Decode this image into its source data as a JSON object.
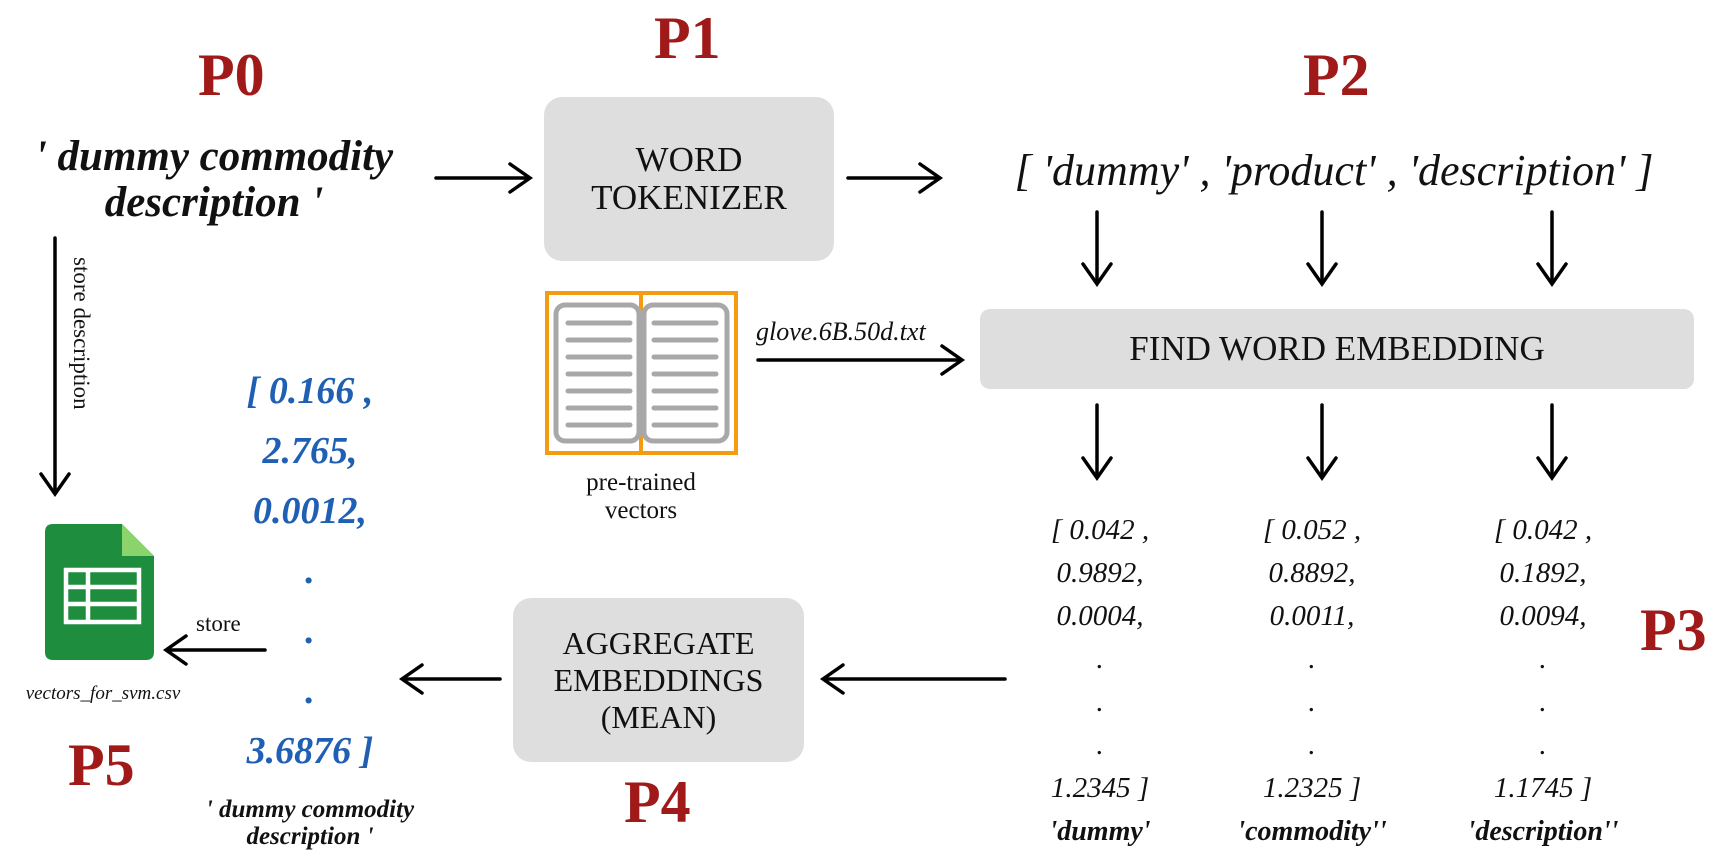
{
  "stages": {
    "p0": "P0",
    "p1": "P1",
    "p2": "P2",
    "p3": "P3",
    "p4": "P4",
    "p5": "P5"
  },
  "input": {
    "line1": "' dummy commodity",
    "line2": "description '"
  },
  "tokenizer": {
    "line1": "WORD",
    "line2": "TOKENIZER"
  },
  "tokens": "[ 'dummy' , 'product' , 'description' ]",
  "pretrained": {
    "file_label": "glove.6B.50d.txt",
    "caption_line1": "pre-trained",
    "caption_line2": "vectors",
    "icon": "open-book-icon",
    "icon_color": "#f39c12"
  },
  "find_embedding": "FIND WORD EMBEDDING",
  "vectors": [
    {
      "values": [
        "[ 0.042 ,",
        "0.9892,",
        "0.0004,",
        ".",
        ".",
        ".",
        "1.2345 ]"
      ],
      "word": "'dummy'"
    },
    {
      "values": [
        "[ 0.052 ,",
        "0.8892,",
        "0.0011,",
        ".",
        ".",
        ".",
        "1.2325 ]"
      ],
      "word": "'commodity''"
    },
    {
      "values": [
        "[ 0.042 ,",
        "0.1892,",
        "0.0094,",
        ".",
        ".",
        ".",
        "1.1745 ]"
      ],
      "word": "'description''"
    }
  ],
  "aggregate": {
    "line1": "AGGREGATE",
    "line2": "EMBEDDINGS",
    "line3": "(MEAN)"
  },
  "mean_vector": {
    "values": [
      "[ 0.166 ,",
      "2.765,",
      "0.0012,",
      ".",
      ".",
      ".",
      "3.6876 ]"
    ],
    "caption_line1": "' dummy commodity",
    "caption_line2": "description '",
    "color": "#1f5fb4"
  },
  "store": {
    "store_description": "store description",
    "store": "store",
    "file_name": "vectors_for_svm.csv",
    "icon": "spreadsheet-icon",
    "icon_color": "#1e8e3e"
  },
  "colors": {
    "stage_label": "#a01a1a",
    "box_fill": "#dedede"
  }
}
